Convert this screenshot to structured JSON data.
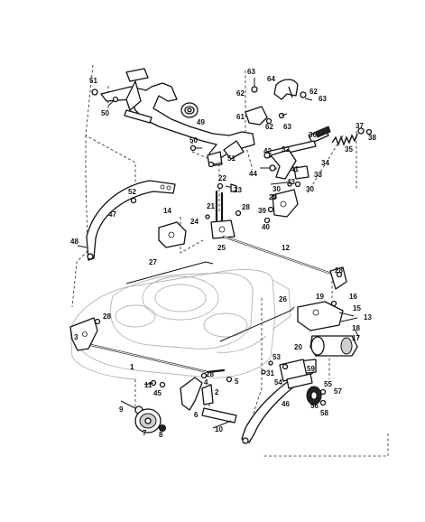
{
  "labels": [
    {
      "id": "p51a",
      "text": "51"
    },
    {
      "id": "p50a",
      "text": "50"
    },
    {
      "id": "p49",
      "text": "49"
    },
    {
      "id": "p50b",
      "text": "50"
    },
    {
      "id": "p51b",
      "text": "51"
    },
    {
      "id": "p63a",
      "text": "63"
    },
    {
      "id": "p64",
      "text": "64"
    },
    {
      "id": "p62a",
      "text": "62"
    },
    {
      "id": "p62b",
      "text": "62"
    },
    {
      "id": "p63b",
      "text": "63"
    },
    {
      "id": "p61",
      "text": "61"
    },
    {
      "id": "p62c",
      "text": "62"
    },
    {
      "id": "p63c",
      "text": "63"
    },
    {
      "id": "p37",
      "text": "37"
    },
    {
      "id": "p38",
      "text": "38"
    },
    {
      "id": "p36",
      "text": "36"
    },
    {
      "id": "p35",
      "text": "35"
    },
    {
      "id": "p32",
      "text": "32"
    },
    {
      "id": "p42",
      "text": "42"
    },
    {
      "id": "p41",
      "text": "41"
    },
    {
      "id": "p34",
      "text": "34"
    },
    {
      "id": "p44",
      "text": "44"
    },
    {
      "id": "p33",
      "text": "33"
    },
    {
      "id": "p43",
      "text": "43"
    },
    {
      "id": "p30a",
      "text": "30"
    },
    {
      "id": "p30b",
      "text": "30"
    },
    {
      "id": "p29",
      "text": "29"
    },
    {
      "id": "p22",
      "text": "22"
    },
    {
      "id": "p23",
      "text": "23"
    },
    {
      "id": "p39",
      "text": "39"
    },
    {
      "id": "p40",
      "text": "40"
    },
    {
      "id": "p52",
      "text": "52"
    },
    {
      "id": "p47",
      "text": "47"
    },
    {
      "id": "p14",
      "text": "14"
    },
    {
      "id": "p21",
      "text": "21"
    },
    {
      "id": "p28a",
      "text": "28"
    },
    {
      "id": "p24",
      "text": "24"
    },
    {
      "id": "p25",
      "text": "25"
    },
    {
      "id": "p48",
      "text": "48"
    },
    {
      "id": "p12",
      "text": "12"
    },
    {
      "id": "p27",
      "text": "27"
    },
    {
      "id": "p28b",
      "text": "28"
    },
    {
      "id": "p19",
      "text": "19"
    },
    {
      "id": "p16",
      "text": "16"
    },
    {
      "id": "p26",
      "text": "26"
    },
    {
      "id": "p15",
      "text": "15"
    },
    {
      "id": "p28c",
      "text": "28"
    },
    {
      "id": "p13",
      "text": "13"
    },
    {
      "id": "p18",
      "text": "18"
    },
    {
      "id": "p3",
      "text": "3"
    },
    {
      "id": "p17",
      "text": "17"
    },
    {
      "id": "p20",
      "text": "20"
    },
    {
      "id": "p53",
      "text": "53"
    },
    {
      "id": "p1",
      "text": "1"
    },
    {
      "id": "p31",
      "text": "31"
    },
    {
      "id": "p59",
      "text": "59"
    },
    {
      "id": "p54",
      "text": "54"
    },
    {
      "id": "p28d",
      "text": "28"
    },
    {
      "id": "p4",
      "text": "4"
    },
    {
      "id": "p5",
      "text": "5"
    },
    {
      "id": "p55",
      "text": "55"
    },
    {
      "id": "p11",
      "text": "11"
    },
    {
      "id": "p45",
      "text": "45"
    },
    {
      "id": "p2",
      "text": "2"
    },
    {
      "id": "p57",
      "text": "57"
    },
    {
      "id": "p56",
      "text": "56"
    },
    {
      "id": "p46",
      "text": "46"
    },
    {
      "id": "p58",
      "text": "58"
    },
    {
      "id": "p9",
      "text": "9"
    },
    {
      "id": "p6",
      "text": "6"
    },
    {
      "id": "p7",
      "text": "7"
    },
    {
      "id": "p10",
      "text": "10"
    },
    {
      "id": "p8",
      "text": "8"
    }
  ]
}
